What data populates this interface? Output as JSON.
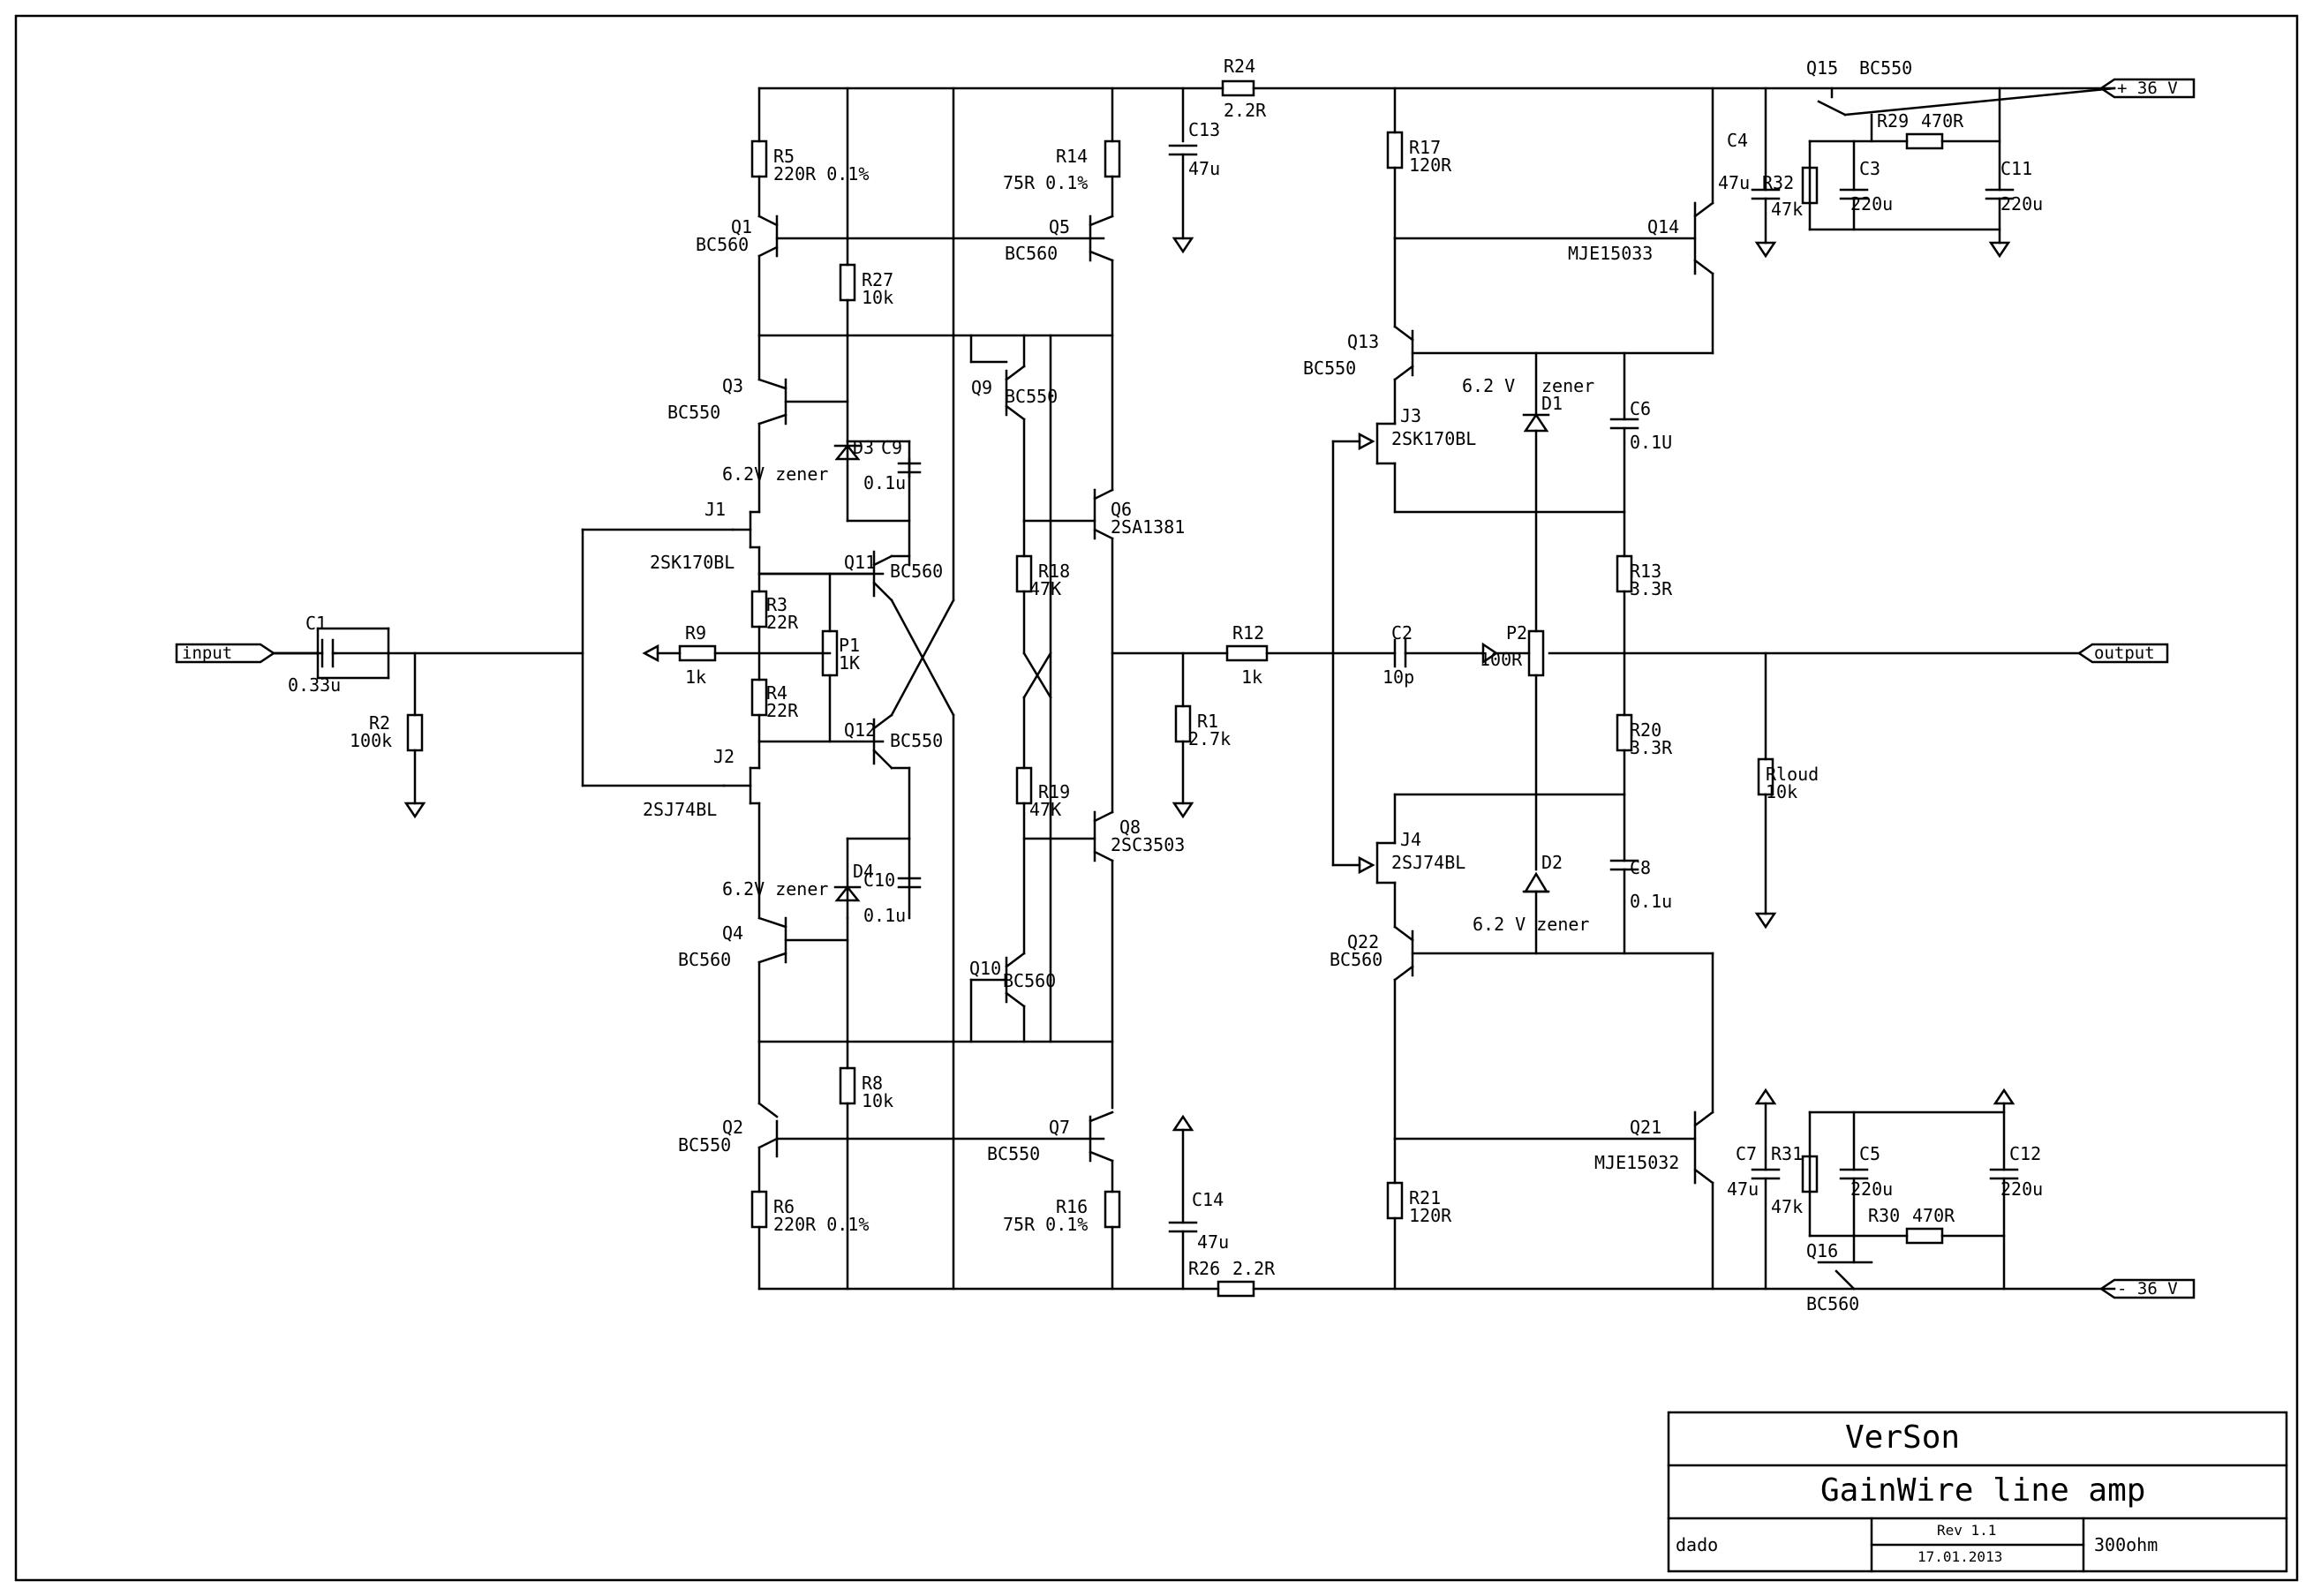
{
  "schematic": {
    "ports": {
      "input": "input",
      "output": "output",
      "vplus": "+ 36 V",
      "vminus": "- 36 V"
    },
    "labels": {
      "C1": "C1",
      "C1v": "0.33u",
      "R2": "R2",
      "R2v": "100k",
      "R9": "R9",
      "R9v": "1k",
      "P1": "P1",
      "P1v": "1K",
      "R5": "R5",
      "R5v": "220R 0.1%",
      "Q1": "Q1",
      "Q1t": "BC560",
      "R27": "R27",
      "R27v": "10k",
      "Q3": "Q3",
      "Q3t": "BC550",
      "D3": "D3",
      "C9": "C9",
      "C9v": "0.1u",
      "z1": "6.2V zener",
      "J1": "J1",
      "J1t": "2SK170BL",
      "Q11": "Q11",
      "Q11t": "BC560",
      "R3": "R3",
      "R3v": "22R",
      "R4": "R4",
      "R4v": "22R",
      "Q12": "Q12",
      "Q12t": "BC550",
      "J2": "J2",
      "J2t": "2SJ74BL",
      "z2": "6.2V zener",
      "D4": "D4",
      "C10": "C10",
      "C10v": "0.1u",
      "Q4": "Q4",
      "Q4t": "BC560",
      "R8": "R8",
      "R8v": "10k",
      "Q2": "Q2",
      "Q2t": "BC550",
      "R6": "R6",
      "R6v": "220R 0.1%",
      "R24": "R24",
      "R24v": "2.2R",
      "C13": "C13",
      "C13v": "47u",
      "R14": "R14",
      "R14v": "75R 0.1%",
      "Q5": "Q5",
      "Q5t": "BC560",
      "Q9": "Q9",
      "Q9t": "BC550",
      "Q6": "Q6",
      "Q6t": "2SA1381",
      "R18": "R18",
      "R18v": "47K",
      "R19": "R19",
      "R19v": "47K",
      "Q8": "Q8",
      "Q8t": "2SC3503",
      "Q10": "Q10",
      "Q10t": "BC560",
      "Q7": "Q7",
      "Q7t": "BC550",
      "R16": "R16",
      "R16v": "75R 0.1%",
      "C14": "C14",
      "C14v": "47u",
      "R26": "R26",
      "R26v": "2.2R",
      "R1": "R1",
      "R1v": "2.7k",
      "R12": "R12",
      "R12v": "1k",
      "C2": "C2",
      "C2v": "10p",
      "P2": "P2",
      "P2v": "100R",
      "R17": "R17",
      "R17v": "120R",
      "Q13": "Q13",
      "Q13t": "BC550",
      "J3": "J3",
      "J3t": "2SK170BL",
      "z3": "6.2 V",
      "z3b": "zener",
      "D1": "D1",
      "C6": "C6",
      "C6v": "0.1U",
      "R13": "R13",
      "R13v": "3.3R",
      "R20": "R20",
      "R20v": "3.3R",
      "J4": "J4",
      "J4t": "2SJ74BL",
      "D2": "D2",
      "z4": "6.2 V zener",
      "C8": "C8",
      "C8v": "0.1u",
      "Q22": "Q22",
      "Q22t": "BC560",
      "R21": "R21",
      "R21v": "120R",
      "Q14": "Q14",
      "Q14t": "MJE15033",
      "Q21": "Q21",
      "Q21t": "MJE15032",
      "Q15": "Q15",
      "Q15t": "BC550",
      "R29": "R29",
      "R29v": "470R",
      "C4": "C4",
      "C4v": "47u",
      "R32": "R32",
      "R32v": "47k",
      "C3": "C3",
      "C3v": "220u",
      "C11": "C11",
      "C11v": "220u",
      "C7": "C7",
      "C7v": "47u",
      "R31": "R31",
      "R31v": "47k",
      "C5": "C5",
      "C5v": "220u",
      "C12": "C12",
      "C12v": "220u",
      "R30": "R30",
      "R30v": "470R",
      "Q16": "Q16",
      "Q16t": "BC560",
      "Rload": "Rloud",
      "Rloadv": "10k"
    }
  },
  "title_block": {
    "company": "VerSon",
    "title": "GainWire line amp",
    "author": "dado",
    "revision": "Rev 1.1",
    "date": "17.01.2013",
    "note": "300ohm"
  }
}
